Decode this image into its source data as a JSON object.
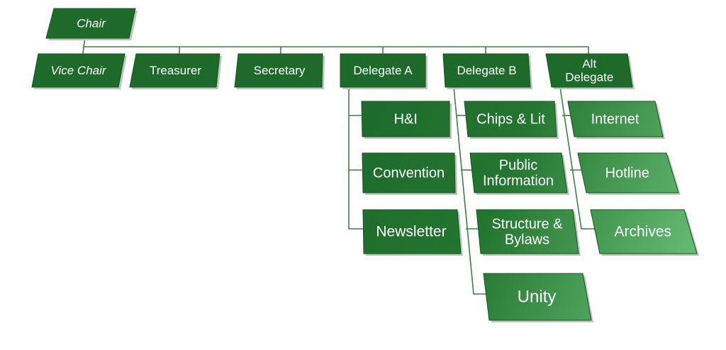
{
  "title": "Organization Chart",
  "colors": {
    "dark": "#1d6a2b",
    "light": "#6bbf78",
    "line": "#3f7f46",
    "text": "#ffffff"
  },
  "nodes": {
    "chair": {
      "label": [
        "Chair"
      ]
    },
    "vice_chair": {
      "label": [
        "Vice Chair"
      ]
    },
    "treasurer": {
      "label": [
        "Treasurer"
      ]
    },
    "secretary": {
      "label": [
        "Secretary"
      ]
    },
    "delegate_a": {
      "label": [
        "Delegate  A"
      ]
    },
    "delegate_b": {
      "label": [
        "Delegate B"
      ]
    },
    "alt_delegate": {
      "label": [
        "Alt",
        "Delegate"
      ]
    },
    "hi": {
      "label": [
        "H&I"
      ]
    },
    "convention": {
      "label": [
        "Convention"
      ]
    },
    "newsletter": {
      "label": [
        "Newsletter"
      ]
    },
    "chips_lit": {
      "label": [
        "Chips & Lit"
      ]
    },
    "public_info": {
      "label": [
        "Public",
        "Information"
      ]
    },
    "structure_bylaws": {
      "label": [
        "Structure &",
        "Bylaws"
      ]
    },
    "unity": {
      "label": [
        "Unity"
      ]
    },
    "internet": {
      "label": [
        "Internet"
      ]
    },
    "hotline": {
      "label": [
        "Hotline"
      ]
    },
    "archives": {
      "label": [
        "Archives"
      ]
    }
  },
  "hierarchy": {
    "chair": [
      "vice_chair",
      "treasurer",
      "secretary",
      "delegate_a",
      "delegate_b",
      "alt_delegate"
    ],
    "delegate_a": [
      "hi",
      "convention",
      "newsletter"
    ],
    "delegate_b": [
      "chips_lit",
      "public_info",
      "structure_bylaws",
      "unity"
    ],
    "alt_delegate": [
      "internet",
      "hotline",
      "archives"
    ]
  }
}
